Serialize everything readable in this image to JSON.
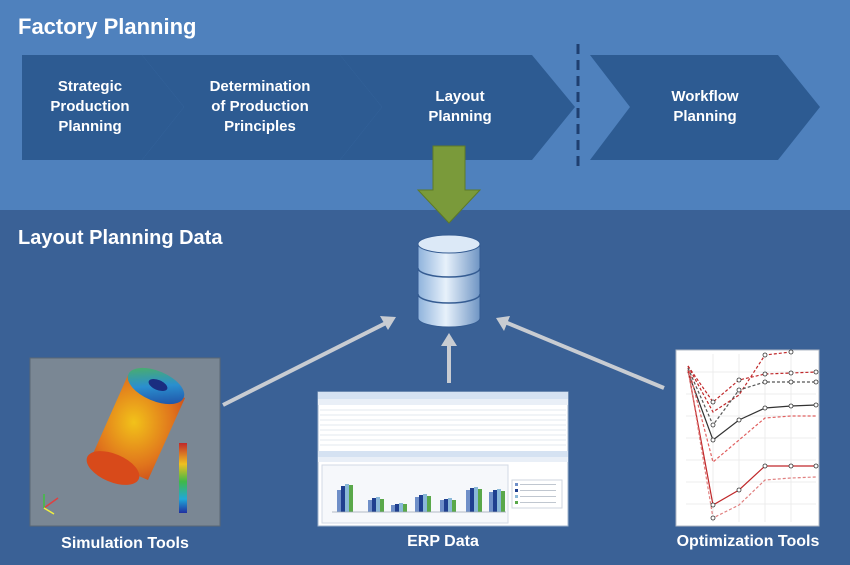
{
  "factory_planning": {
    "title": "Factory Planning",
    "steps": [
      {
        "label": "Strategic\nProduction\nPlanning"
      },
      {
        "label": "Determination\nof Production\nPrinciples"
      },
      {
        "label": "Layout\nPlanning"
      },
      {
        "label": "Workflow\nPlanning"
      }
    ]
  },
  "layout_planning_data": {
    "title": "Layout Planning Data"
  },
  "tools": {
    "simulation": "Simulation Tools",
    "erp": "ERP Data",
    "optimization": "Optimization Tools"
  },
  "icons": [
    "database-icon",
    "down-arrow-icon",
    "simulation-cylinder-icon",
    "erp-table-icon",
    "optimization-chart-icon"
  ],
  "colors": {
    "top_band": "#4f81bd",
    "bottom_band": "#3a6196",
    "chevron": "#2d5b92",
    "highlight_arrow": "#7a9a3a",
    "connector_arrow": "#c8ccd2"
  }
}
